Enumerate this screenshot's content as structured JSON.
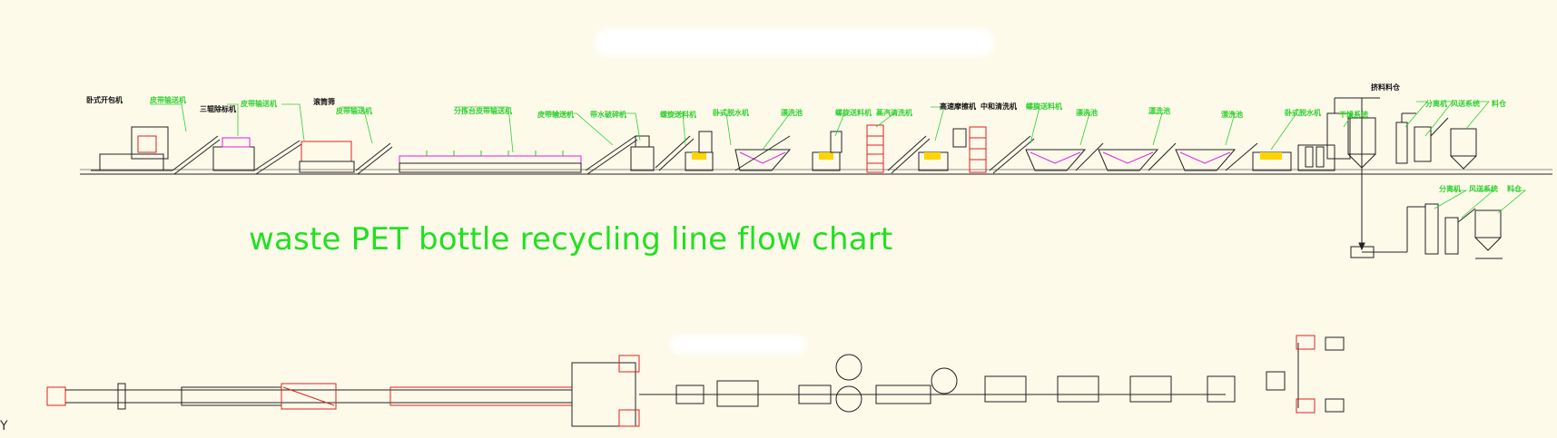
{
  "title": "waste PET bottle recycling line flow chart",
  "colors": {
    "background": "#fdfaea",
    "title": "#22e022",
    "machine_line": "#222222",
    "leader_line": "#2fd12f",
    "accent_magenta": "#e020e0",
    "accent_red": "#e02020",
    "conveyor_green": "#22cc22"
  },
  "labels": [
    {
      "id": "l1",
      "text": "卧式开包机",
      "style": "black"
    },
    {
      "id": "l2",
      "text": "皮带输送机",
      "style": "green"
    },
    {
      "id": "l3",
      "text": "三辊除标机",
      "style": "black"
    },
    {
      "id": "l4",
      "text": "皮带输送机",
      "style": "green"
    },
    {
      "id": "l5",
      "text": "滚筒筛",
      "style": "black"
    },
    {
      "id": "l6",
      "text": "皮带输送机",
      "style": "green"
    },
    {
      "id": "l7",
      "text": "分拣台皮带输送机",
      "style": "green"
    },
    {
      "id": "l8",
      "text": "皮带输送机",
      "style": "green"
    },
    {
      "id": "l9",
      "text": "带水破碎机",
      "style": "green"
    },
    {
      "id": "l10",
      "text": "螺旋送料机",
      "style": "green"
    },
    {
      "id": "l11",
      "text": "卧式脱水机",
      "style": "green"
    },
    {
      "id": "l12",
      "text": "漂洗池",
      "style": "green"
    },
    {
      "id": "l13",
      "text": "螺旋送料机",
      "style": "green"
    },
    {
      "id": "l14",
      "text": "蒸汽清洗机",
      "style": "green"
    },
    {
      "id": "l15",
      "text": "高速摩擦机",
      "style": "black"
    },
    {
      "id": "l16",
      "text": "中和清洗机",
      "style": "black"
    },
    {
      "id": "l17",
      "text": "螺旋送料机",
      "style": "green"
    },
    {
      "id": "l18",
      "text": "漂洗池",
      "style": "green"
    },
    {
      "id": "l19",
      "text": "漂洗池",
      "style": "green"
    },
    {
      "id": "l20",
      "text": "漂洗池",
      "style": "green"
    },
    {
      "id": "l21",
      "text": "卧式脱水机",
      "style": "green"
    },
    {
      "id": "l22",
      "text": "干燥系统",
      "style": "green"
    },
    {
      "id": "l23",
      "text": "挤料料仓",
      "style": "black"
    },
    {
      "id": "l24",
      "text": "分离机",
      "style": "green"
    },
    {
      "id": "l25",
      "text": "风送系统",
      "style": "green"
    },
    {
      "id": "l26",
      "text": "料仓",
      "style": "green"
    },
    {
      "id": "l27",
      "text": "分离机",
      "style": "green"
    },
    {
      "id": "l28",
      "text": "风送系统",
      "style": "green"
    },
    {
      "id": "l29",
      "text": "料仓",
      "style": "green"
    }
  ],
  "axis_mark": "Y"
}
